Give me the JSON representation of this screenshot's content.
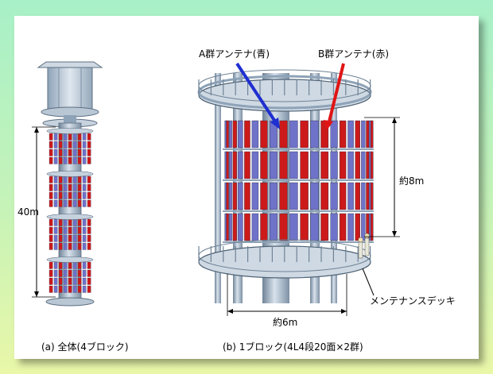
{
  "labels": {
    "height_total": "40m",
    "height_block": "約8m",
    "diameter": "約6m",
    "group_a": "A群アンテナ(青)",
    "group_b": "B群アンテナ(赤)",
    "deck": "メンテナンスデッキ",
    "caption_a": "(a) 全体(4ブロック)",
    "caption_b": "(b) 1ブロック(4L4段20面×2群)"
  },
  "colors": {
    "blue_antenna": "#6f72c9",
    "red_antenna": "#cc1a1a",
    "steel": "#9fb1c4",
    "arrow_blue": "#1f2fd0",
    "arrow_red": "#e01515"
  }
}
